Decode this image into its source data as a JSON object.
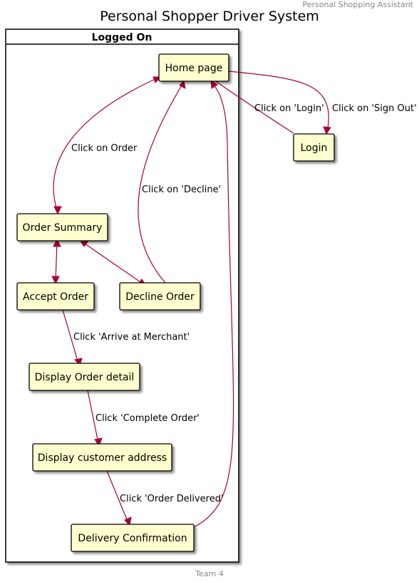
{
  "header_note": "Personal Shopping Assistant",
  "title": "Personal Shopper Driver System",
  "footer": "Team 4",
  "container": {
    "title": "Logged On"
  },
  "nodes": {
    "home": "Home page",
    "login": "Login",
    "order_summary": "Order Summary",
    "accept_order": "Accept Order",
    "decline_order": "Decline Order",
    "display_detail": "Display Order detail",
    "display_address": "Display customer address",
    "delivery_confirmation": "Delivery Confirmation"
  },
  "edges": {
    "click_login": "Click on 'Login'",
    "click_sign_out": "Click on 'Sign Out'",
    "click_order": "Click on Order",
    "click_decline": "Click on 'Decline'",
    "arrive_merchant": "Click 'Arrive at Merchant'",
    "complete_order": "Click 'Complete Order'",
    "order_delivered": "Click 'Order Delivered'"
  },
  "colors": {
    "node_fill": "#fefece",
    "edge": "#a80036",
    "note_text": "#888888"
  }
}
